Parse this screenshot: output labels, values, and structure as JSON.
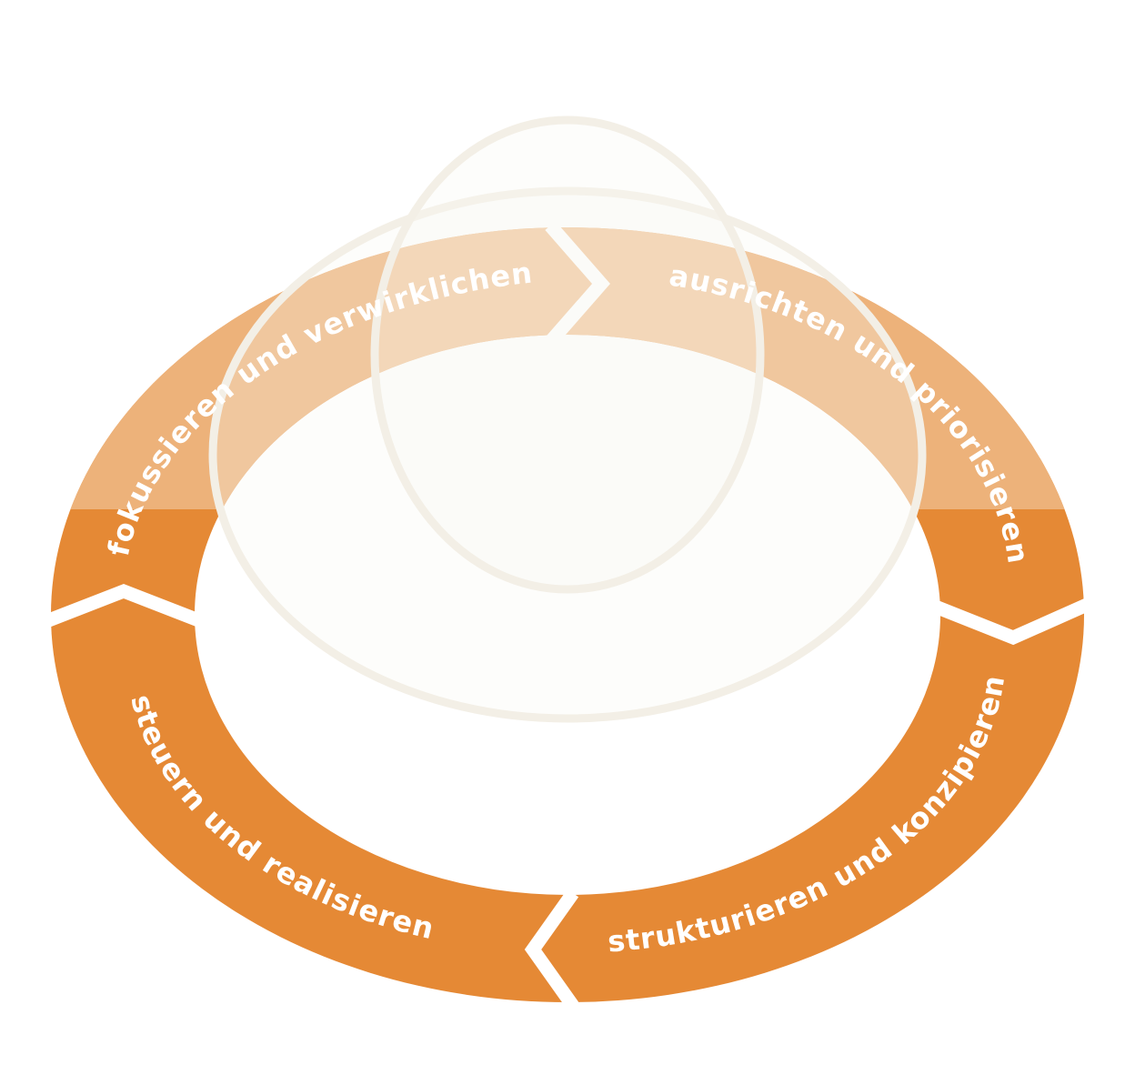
{
  "diagram": {
    "colors": {
      "ring": "#E58935",
      "ring_top": "#EDB27A",
      "gap": "#FFFFFF",
      "bubble_fill": "#FAF8F3",
      "bubble_stroke": "#F3EFE6",
      "label": "#FFFFFF"
    },
    "segments": [
      {
        "id": "fokussieren",
        "label": "fokussieren und verwirklichen"
      },
      {
        "id": "ausrichten",
        "label": "ausrichten und priorisieren"
      },
      {
        "id": "strukturieren",
        "label": "strukturieren und konzipieren"
      },
      {
        "id": "steuern",
        "label": "steuern und realisieren"
      }
    ]
  }
}
